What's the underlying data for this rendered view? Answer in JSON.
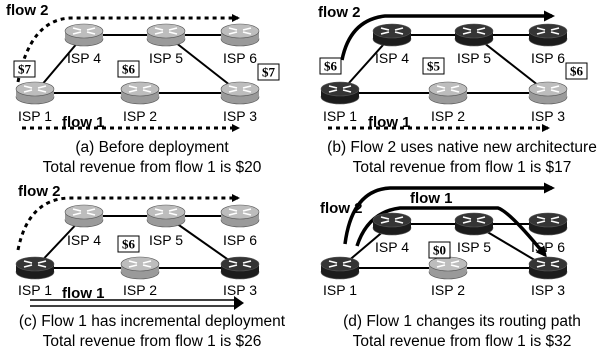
{
  "panels": [
    {
      "id": "a",
      "nodes": [
        {
          "id": 1,
          "label": "ISP 1",
          "style": "light"
        },
        {
          "id": 2,
          "label": "ISP 2",
          "style": "light"
        },
        {
          "id": 3,
          "label": "ISP 3",
          "style": "light"
        },
        {
          "id": 4,
          "label": "ISP 4",
          "style": "light"
        },
        {
          "id": 5,
          "label": "ISP 5",
          "style": "light"
        },
        {
          "id": 6,
          "label": "ISP 6",
          "style": "light"
        }
      ],
      "prices": [
        "$7",
        "$6",
        "$7"
      ],
      "flows": [
        "flow 2",
        "flow 1"
      ],
      "caption_line1": "(a) Before deployment",
      "caption_line2": "Total revenue from flow 1 is $20"
    },
    {
      "id": "b",
      "nodes": [
        {
          "id": 1,
          "label": "ISP 1",
          "style": "dark"
        },
        {
          "id": 2,
          "label": "ISP 2",
          "style": "light"
        },
        {
          "id": 3,
          "label": "ISP 3",
          "style": "light"
        },
        {
          "id": 4,
          "label": "ISP 4",
          "style": "dark"
        },
        {
          "id": 5,
          "label": "ISP 5",
          "style": "dark"
        },
        {
          "id": 6,
          "label": "ISP 6",
          "style": "dark"
        }
      ],
      "prices": [
        "$6",
        "$5",
        "$6"
      ],
      "flows": [
        "flow 2",
        "flow 1"
      ],
      "caption_line1": "(b) Flow 2 uses native new architecture",
      "caption_line2": "Total revenue from flow 1 is $17"
    },
    {
      "id": "c",
      "nodes": [
        {
          "id": 1,
          "label": "ISP 1",
          "style": "dark"
        },
        {
          "id": 2,
          "label": "ISP 2",
          "style": "light"
        },
        {
          "id": 3,
          "label": "ISP 3",
          "style": "dark"
        },
        {
          "id": 4,
          "label": "ISP 4",
          "style": "light"
        },
        {
          "id": 5,
          "label": "ISP 5",
          "style": "light"
        },
        {
          "id": 6,
          "label": "ISP 6",
          "style": "light"
        }
      ],
      "prices": [
        "$6"
      ],
      "flows": [
        "flow 2",
        "flow 1"
      ],
      "caption_line1": "(c) Flow 1 has incremental deployment",
      "caption_line2": "Total revenue from flow 1 is $26"
    },
    {
      "id": "d",
      "nodes": [
        {
          "id": 1,
          "label": "ISP 1",
          "style": "dark"
        },
        {
          "id": 2,
          "label": "ISP 2",
          "style": "light"
        },
        {
          "id": 3,
          "label": "ISP 3",
          "style": "dark"
        },
        {
          "id": 4,
          "label": "ISP 4",
          "style": "dark"
        },
        {
          "id": 5,
          "label": "ISP 5",
          "style": "dark"
        },
        {
          "id": 6,
          "label": "ISP 6",
          "style": "dark"
        }
      ],
      "prices": [
        "$0"
      ],
      "flows": [
        "flow 2",
        "flow 1"
      ],
      "caption_line1": "(d) Flow 1 changes its routing path",
      "caption_line2": "Total revenue from flow 1 is $32"
    }
  ],
  "colors": {
    "light_router": "#9a9a9a",
    "dark_router": "#1c1c1c",
    "link": "#000000"
  }
}
